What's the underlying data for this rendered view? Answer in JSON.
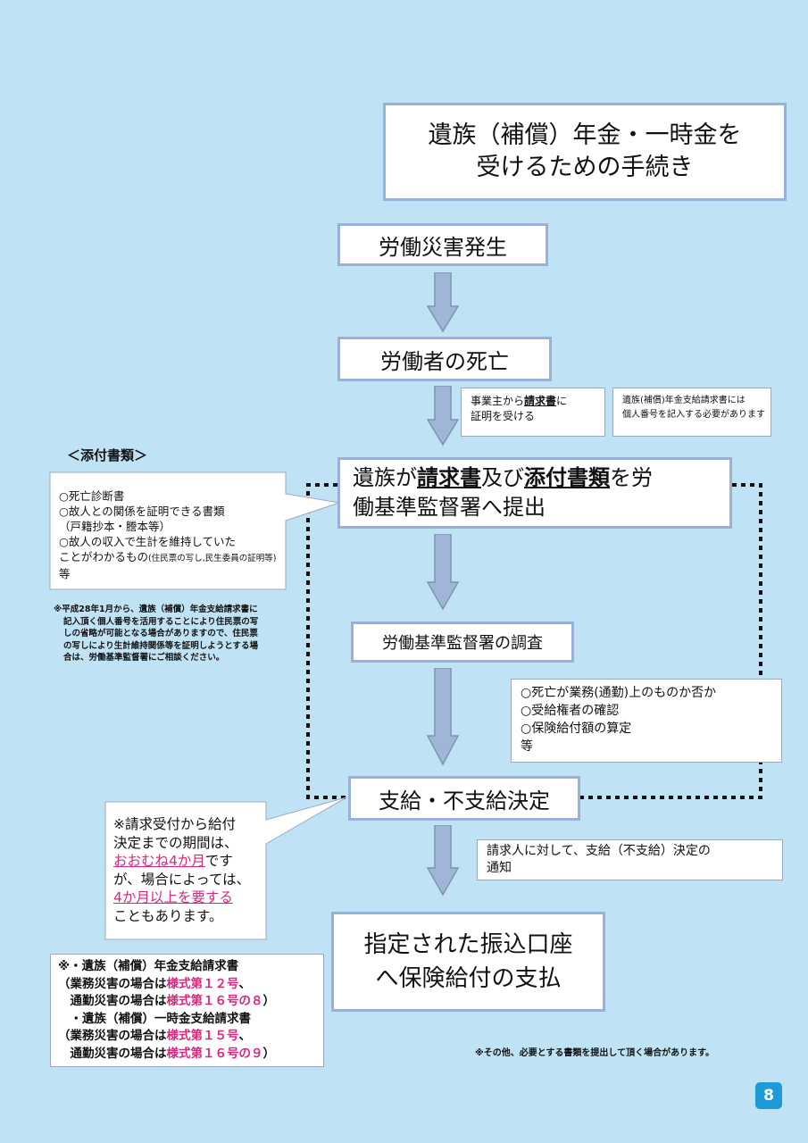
{
  "title": {
    "line1": "遺族（補償）年金・一時金を",
    "line2": "受けるための手続き"
  },
  "steps": {
    "occurrence": "労働災害発生",
    "death": "労働者の死亡",
    "submit_line1": [
      "遺族が",
      "請求書",
      "及び",
      "添付書類",
      "を労"
    ],
    "submit_line2": "働基準監督署へ提出",
    "investigation": "労働基準監督署の調査",
    "decision": "支給・不支給決定",
    "payment_line1": "指定された振込口座",
    "payment_line2": "へ保険給付の支払"
  },
  "notes": {
    "employer_certify": [
      "事業主から",
      "請求書",
      "に",
      "証明を受ける"
    ],
    "personal_number": [
      "遺族(補償)年金支給請求書には",
      "個人番号を記入する必要があります"
    ],
    "investigation_items": [
      "○死亡が業務(通勤)上のものか否か",
      "○受給権者の確認",
      "○保険給付額の算定",
      "等"
    ],
    "notify": [
      "請求人に対して、支給（不支給）決定の",
      "通知"
    ]
  },
  "attachments": {
    "heading": "＜添付書類＞",
    "items": [
      "○死亡診断書",
      "○故人との関係を証明できる書類",
      "（戸籍抄本・謄本等）",
      "○故人の収入で生計を維持していた",
      "ことがわかるもの",
      "(住民票の写し,民生委員の証明等)",
      "等"
    ],
    "footnote": [
      "※平成28年1月から、遺族（補償）年金支給請求書に",
      "記入頂く個人番号を活用することにより住民票の写",
      "しの省略が可能となる場合がありますので、住民票",
      "の写しにより生計維持関係等を証明しようとする場",
      "合は、労働基準監督署にご相談ください。"
    ]
  },
  "period_note": {
    "l1": "※請求受付から給付",
    "l2": "決定までの期間は、",
    "l3a": "おおむね4か月",
    "l3b": "です",
    "l4": "が、場合によっては、",
    "l5": "4か月以上を要する",
    "l6": "こともあります。"
  },
  "forms_note": {
    "l1": "※・遺族（補償）年金支給請求書",
    "l2a": "（業務災害の場合は",
    "l2b": "様式第１２号",
    "l2c": "、",
    "l3a": "　通勤災害の場合は",
    "l3b": "様式第１６号の８",
    "l3c": "）",
    "l4": "　・遺族（補償）一時金支給請求書",
    "l5a": "（業務災害の場合は",
    "l5b": "様式第１５号",
    "l5c": "、",
    "l6a": "　通勤災害の場合は",
    "l6b": "様式第１６号の９",
    "l6c": "）"
  },
  "other_note": "※その他、必要とする書類を提出して頂く場合があります。",
  "page_number": "8",
  "colors": {
    "background": "#bfe3f5",
    "box_border": "#9bb0d6",
    "arrow_fill": "#9fb6d6",
    "accent_pink": "#d6287f",
    "badge": "#1e9ad6"
  }
}
